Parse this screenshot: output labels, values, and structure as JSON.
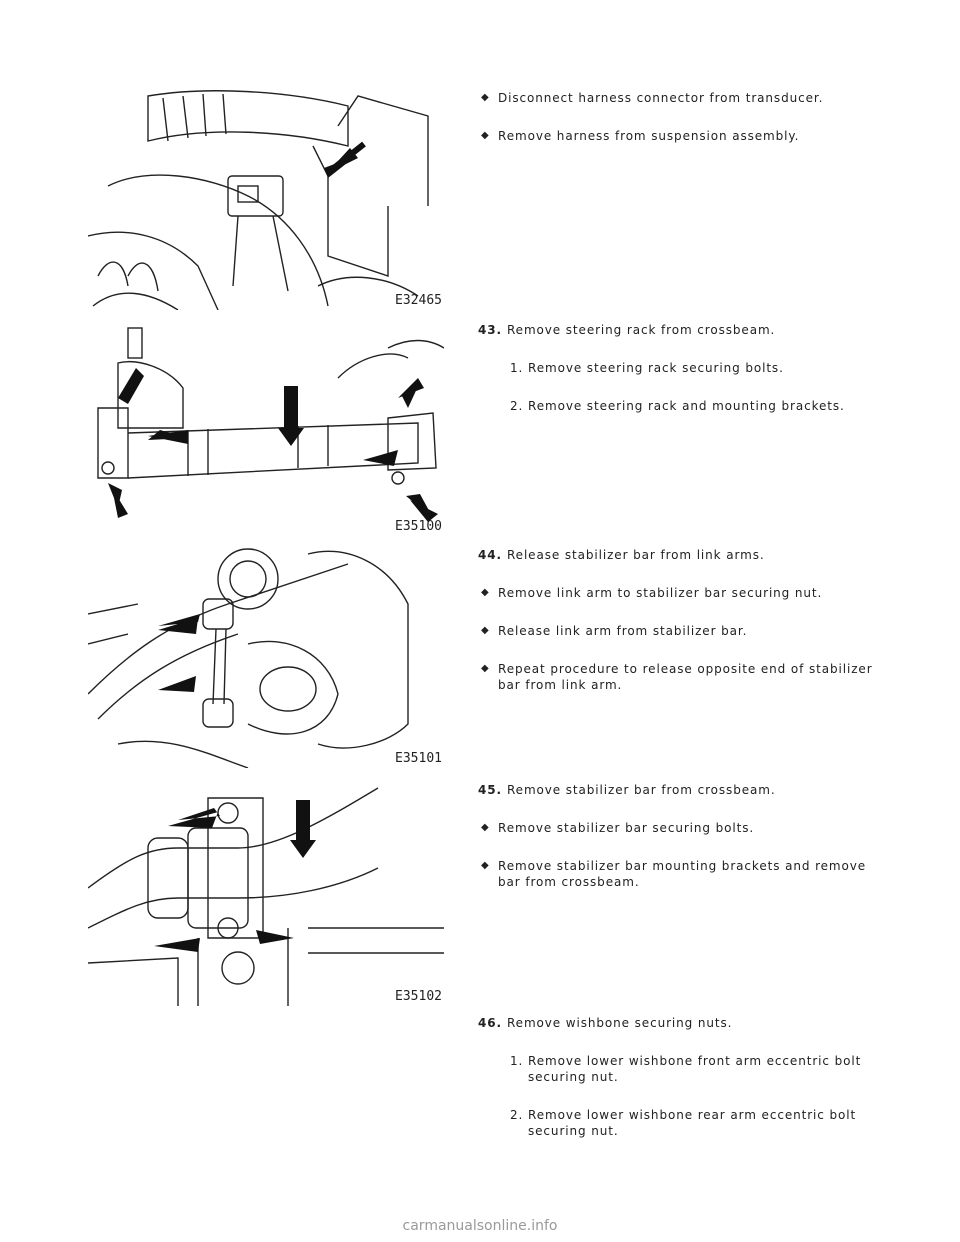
{
  "figures": [
    {
      "code": "E32465"
    },
    {
      "code": "E35100"
    },
    {
      "code": "E35101"
    },
    {
      "code": "E35102"
    }
  ],
  "blocks": [
    {
      "bullets": [
        "Disconnect harness connector from transducer.",
        "Remove harness from suspension assembly."
      ]
    },
    {
      "step": "43.",
      "title": "Remove steering rack from crossbeam.",
      "items": [
        {
          "n": "1.",
          "text": "Remove steering rack securing bolts."
        },
        {
          "n": "2.",
          "text": "Remove steering rack and mounting brackets."
        }
      ]
    },
    {
      "step": "44.",
      "title": "Release stabilizer bar from link arms.",
      "bullets": [
        "Remove link arm to stabilizer bar securing nut.",
        "Release link arm from stabilizer bar.",
        "Repeat procedure to release opposite end of stabilizer bar from link arm."
      ]
    },
    {
      "step": "45.",
      "title": "Remove stabilizer bar from crossbeam.",
      "bullets": [
        "Remove stabilizer bar securing bolts.",
        "Remove stabilizer bar mounting brackets and remove bar from crossbeam."
      ]
    },
    {
      "step": "46.",
      "title": "Remove wishbone securing nuts.",
      "items": [
        {
          "n": "1.",
          "text": "Remove lower wishbone front arm eccentric bolt securing nut."
        },
        {
          "n": "2.",
          "text": "Remove lower wishbone rear arm eccentric bolt securing nut."
        }
      ]
    }
  ],
  "footer": "carmanualsonline.info"
}
